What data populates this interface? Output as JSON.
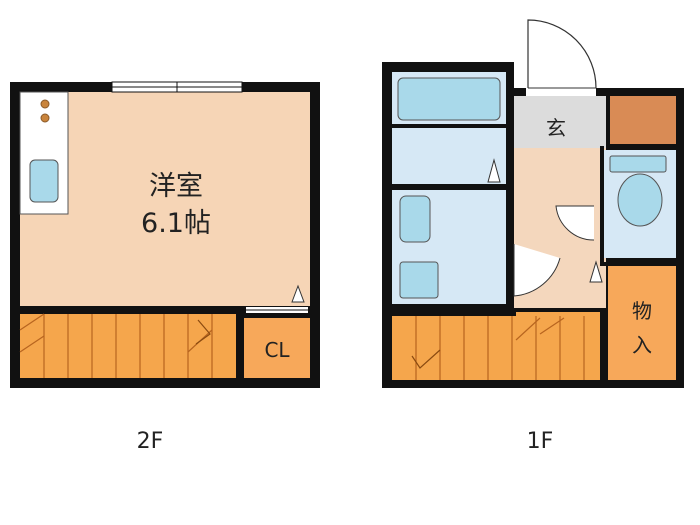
{
  "floor2": {
    "label": "2F",
    "room_name": "洋室",
    "room_size": "6.1帖",
    "closet_label": "CL"
  },
  "floor1": {
    "label": "1F",
    "entrance_label": "玄",
    "storage_line1": "物",
    "storage_line2": "入"
  },
  "colors": {
    "wall": "#111111",
    "room": "#f6d5b6",
    "wet": "#d6e8f5",
    "fixture": "#a9d9ea",
    "stair": "#f5a64c",
    "stair_line": "#b8651f",
    "entrance": "#dcdcdc",
    "closet": "#f7a85a",
    "shoebox": "#d98b55",
    "hall": "#f4d7bd"
  }
}
